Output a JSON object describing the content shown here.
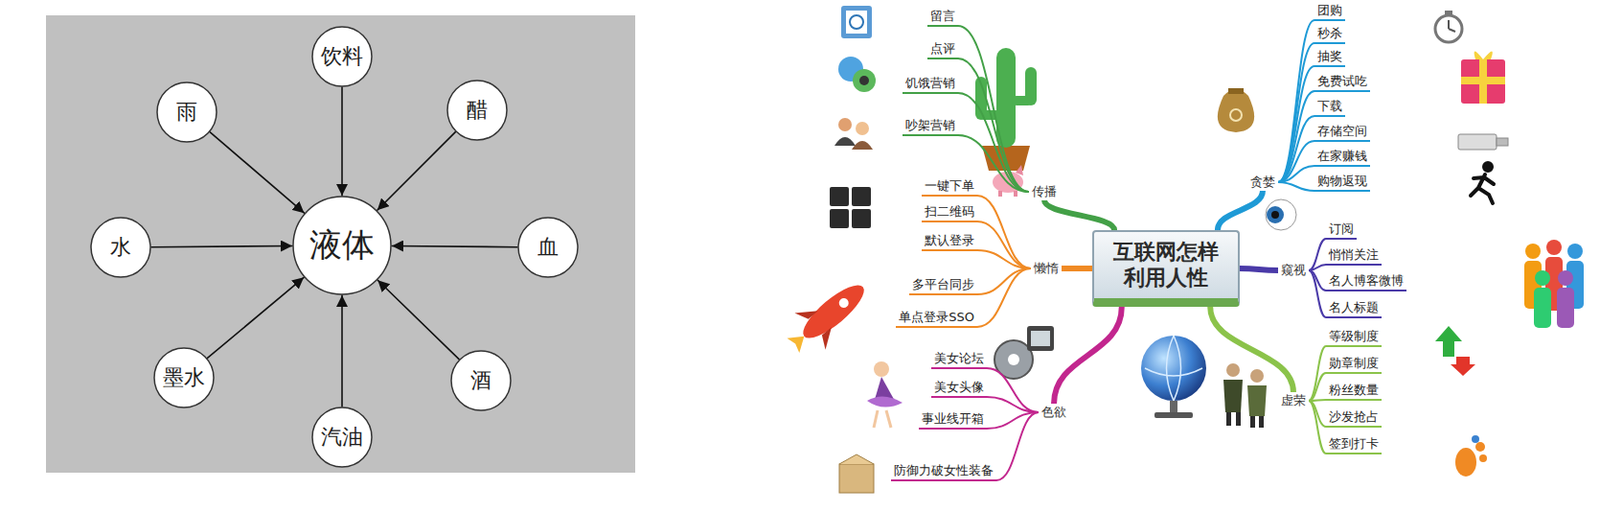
{
  "diagram": {
    "nodes": [
      {
        "text": [
          "雨"
        ]
      },
      {
        "text": [
          "饮料"
        ]
      },
      {
        "text": [
          "醋"
        ]
      },
      {
        "text": [
          "水"
        ]
      },
      {
        "text": [
          "液体"
        ]
      },
      {
        "text": [
          "血"
        ]
      },
      {
        "text": [
          "墨水"
        ]
      },
      {
        "text": [
          "汽油"
        ]
      },
      {
        "text": [
          "酒"
        ]
      },
      {
        "text": [
          "互联网怎样 利用人性"
        ]
      },
      {
        "text": [
          "传播"
        ]
      },
      {
        "text": [
          "留言"
        ]
      },
      {
        "text": [
          "点评"
        ]
      },
      {
        "text": [
          "饥饿营销"
        ]
      },
      {
        "text": [
          "吵架营销"
        ]
      },
      {
        "text": [
          "贪婪"
        ]
      },
      {
        "text": [
          "团购"
        ]
      },
      {
        "text": [
          "秒杀"
        ]
      },
      {
        "text": [
          "抽奖"
        ]
      },
      {
        "text": [
          "免费试吃"
        ]
      },
      {
        "text": [
          "下载"
        ]
      },
      {
        "text": [
          "存储空间"
        ]
      },
      {
        "text": [
          "在家赚钱"
        ]
      },
      {
        "text": [
          "购物返现"
        ]
      },
      {
        "text": [
          "懒惰"
        ]
      },
      {
        "text": [
          "一键下单"
        ]
      },
      {
        "text": [
          "扫二维码"
        ]
      },
      {
        "text": [
          "默认登录"
        ]
      },
      {
        "text": [
          "多平台同步"
        ]
      },
      {
        "text": [
          "单点登录SSO"
        ]
      },
      {
        "text": [
          "窥视"
        ]
      },
      {
        "text": [
          "订阅"
        ]
      },
      {
        "text": [
          "悄悄关注"
        ]
      },
      {
        "text": [
          "名人博客微博"
        ]
      },
      {
        "text": [
          "名人标题"
        ]
      },
      {
        "text": [
          "色欲"
        ]
      },
      {
        "text": [
          "美女论坛"
        ]
      },
      {
        "text": [
          "美女头像"
        ]
      },
      {
        "text": [
          "事业线开箱"
        ]
      },
      {
        "text": [
          "防御力破女性装备"
        ]
      },
      {
        "text": [
          "虚荣"
        ]
      },
      {
        "text": [
          "等级制度"
        ]
      },
      {
        "text": [
          "勋章制度"
        ]
      },
      {
        "text": [
          "粉丝数量"
        ]
      },
      {
        "text": [
          "沙发抢占"
        ]
      },
      {
        "text": [
          "签到打卡"
        ]
      }
    ],
    "edges": [
      {
        "from": 0,
        "to": 4,
        "arrow": "to"
      },
      {
        "from": 1,
        "to": 4,
        "arrow": "to"
      },
      {
        "from": 2,
        "to": 4,
        "arrow": "to"
      },
      {
        "from": 3,
        "to": 4,
        "arrow": "to"
      },
      {
        "from": 5,
        "to": 4,
        "arrow": "to"
      },
      {
        "from": 6,
        "to": 4,
        "arrow": "to"
      },
      {
        "from": 7,
        "to": 4,
        "arrow": "to"
      },
      {
        "from": 8,
        "to": 4,
        "arrow": "to"
      },
      {
        "from": 9,
        "to": 10,
        "arrow": "none"
      },
      {
        "from": 10,
        "to": 11,
        "arrow": "none"
      },
      {
        "from": 10,
        "to": 12,
        "arrow": "none"
      },
      {
        "from": 10,
        "to": 13,
        "arrow": "none"
      },
      {
        "from": 10,
        "to": 14,
        "arrow": "none"
      },
      {
        "from": 9,
        "to": 15,
        "arrow": "none"
      },
      {
        "from": 15,
        "to": 16,
        "arrow": "none"
      },
      {
        "from": 15,
        "to": 17,
        "arrow": "none"
      },
      {
        "from": 15,
        "to": 18,
        "arrow": "none"
      },
      {
        "from": 15,
        "to": 19,
        "arrow": "none"
      },
      {
        "from": 15,
        "to": 20,
        "arrow": "none"
      },
      {
        "from": 15,
        "to": 21,
        "arrow": "none"
      },
      {
        "from": 15,
        "to": 22,
        "arrow": "none"
      },
      {
        "from": 15,
        "to": 23,
        "arrow": "none"
      },
      {
        "from": 9,
        "to": 24,
        "arrow": "none"
      },
      {
        "from": 24,
        "to": 25,
        "arrow": "none"
      },
      {
        "from": 24,
        "to": 26,
        "arrow": "none"
      },
      {
        "from": 24,
        "to": 27,
        "arrow": "none"
      },
      {
        "from": 24,
        "to": 28,
        "arrow": "none"
      },
      {
        "from": 24,
        "to": 29,
        "arrow": "none"
      },
      {
        "from": 9,
        "to": 30,
        "arrow": "none"
      },
      {
        "from": 30,
        "to": 31,
        "arrow": "none"
      },
      {
        "from": 30,
        "to": 32,
        "arrow": "none"
      },
      {
        "from": 30,
        "to": 33,
        "arrow": "none"
      },
      {
        "from": 30,
        "to": 34,
        "arrow": "none"
      },
      {
        "from": 9,
        "to": 35,
        "arrow": "none"
      },
      {
        "from": 35,
        "to": 36,
        "arrow": "none"
      },
      {
        "from": 35,
        "to": 37,
        "arrow": "none"
      },
      {
        "from": 35,
        "to": 38,
        "arrow": "none"
      },
      {
        "from": 35,
        "to": 39,
        "arrow": "none"
      },
      {
        "from": 9,
        "to": 40,
        "arrow": "none"
      },
      {
        "from": 40,
        "to": 41,
        "arrow": "none"
      },
      {
        "from": 40,
        "to": 42,
        "arrow": "none"
      },
      {
        "from": 40,
        "to": 43,
        "arrow": "none"
      },
      {
        "from": 40,
        "to": 44,
        "arrow": "none"
      },
      {
        "from": 40,
        "to": 45,
        "arrow": "none"
      }
    ]
  }
}
